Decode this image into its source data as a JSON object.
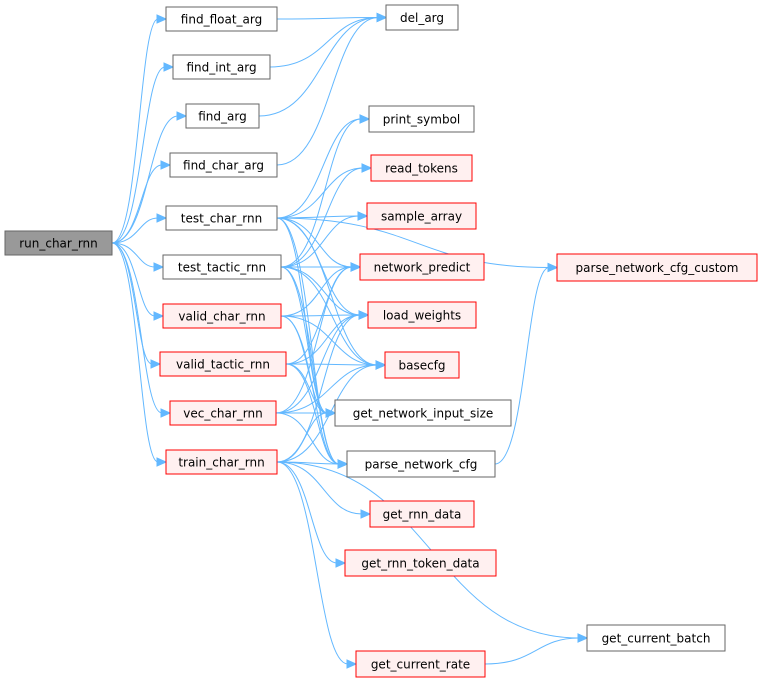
{
  "nodes": [
    {
      "id": "run_char_rnn",
      "label": "run_char_rnn",
      "style": "root"
    },
    {
      "id": "find_float_arg",
      "label": "find_float_arg",
      "style": "plain"
    },
    {
      "id": "find_int_arg",
      "label": "find_int_arg",
      "style": "plain"
    },
    {
      "id": "find_arg",
      "label": "find_arg",
      "style": "plain"
    },
    {
      "id": "find_char_arg",
      "label": "find_char_arg",
      "style": "plain"
    },
    {
      "id": "test_char_rnn",
      "label": "test_char_rnn",
      "style": "plain"
    },
    {
      "id": "test_tactic_rnn",
      "label": "test_tactic_rnn",
      "style": "plain"
    },
    {
      "id": "valid_char_rnn",
      "label": "valid_char_rnn",
      "style": "red"
    },
    {
      "id": "valid_tactic_rnn",
      "label": "valid_tactic_rnn",
      "style": "red"
    },
    {
      "id": "vec_char_rnn",
      "label": "vec_char_rnn",
      "style": "red"
    },
    {
      "id": "train_char_rnn",
      "label": "train_char_rnn",
      "style": "red"
    },
    {
      "id": "del_arg",
      "label": "del_arg",
      "style": "plain"
    },
    {
      "id": "print_symbol",
      "label": "print_symbol",
      "style": "plain"
    },
    {
      "id": "read_tokens",
      "label": "read_tokens",
      "style": "red"
    },
    {
      "id": "sample_array",
      "label": "sample_array",
      "style": "red"
    },
    {
      "id": "network_predict",
      "label": "network_predict",
      "style": "red"
    },
    {
      "id": "load_weights",
      "label": "load_weights",
      "style": "red"
    },
    {
      "id": "basecfg",
      "label": "basecfg",
      "style": "red"
    },
    {
      "id": "get_network_input_size",
      "label": "get_network_input_size",
      "style": "plain"
    },
    {
      "id": "parse_network_cfg",
      "label": "parse_network_cfg",
      "style": "plain"
    },
    {
      "id": "get_rnn_data",
      "label": "get_rnn_data",
      "style": "red"
    },
    {
      "id": "get_rnn_token_data",
      "label": "get_rnn_token_data",
      "style": "red"
    },
    {
      "id": "get_current_rate",
      "label": "get_current_rate",
      "style": "red"
    },
    {
      "id": "get_current_batch",
      "label": "get_current_batch",
      "style": "plain"
    },
    {
      "id": "parse_network_cfg_custom",
      "label": "parse_network_cfg_custom",
      "style": "red"
    }
  ],
  "edges": [
    [
      "run_char_rnn",
      "find_float_arg"
    ],
    [
      "run_char_rnn",
      "find_int_arg"
    ],
    [
      "run_char_rnn",
      "find_arg"
    ],
    [
      "run_char_rnn",
      "find_char_arg"
    ],
    [
      "run_char_rnn",
      "test_char_rnn"
    ],
    [
      "run_char_rnn",
      "test_tactic_rnn"
    ],
    [
      "run_char_rnn",
      "valid_char_rnn"
    ],
    [
      "run_char_rnn",
      "valid_tactic_rnn"
    ],
    [
      "run_char_rnn",
      "vec_char_rnn"
    ],
    [
      "run_char_rnn",
      "train_char_rnn"
    ],
    [
      "find_float_arg",
      "del_arg"
    ],
    [
      "find_int_arg",
      "del_arg"
    ],
    [
      "find_arg",
      "del_arg"
    ],
    [
      "find_char_arg",
      "del_arg"
    ],
    [
      "test_char_rnn",
      "print_symbol"
    ],
    [
      "test_char_rnn",
      "read_tokens"
    ],
    [
      "test_char_rnn",
      "sample_array"
    ],
    [
      "test_char_rnn",
      "network_predict"
    ],
    [
      "test_char_rnn",
      "load_weights"
    ],
    [
      "test_char_rnn",
      "basecfg"
    ],
    [
      "test_char_rnn",
      "get_network_input_size"
    ],
    [
      "test_char_rnn",
      "parse_network_cfg"
    ],
    [
      "test_tactic_rnn",
      "print_symbol"
    ],
    [
      "test_tactic_rnn",
      "read_tokens"
    ],
    [
      "test_tactic_rnn",
      "sample_array"
    ],
    [
      "test_tactic_rnn",
      "network_predict"
    ],
    [
      "test_tactic_rnn",
      "load_weights"
    ],
    [
      "test_tactic_rnn",
      "basecfg"
    ],
    [
      "test_tactic_rnn",
      "get_network_input_size"
    ],
    [
      "test_tactic_rnn",
      "parse_network_cfg"
    ],
    [
      "valid_char_rnn",
      "network_predict"
    ],
    [
      "valid_char_rnn",
      "load_weights"
    ],
    [
      "valid_char_rnn",
      "basecfg"
    ],
    [
      "valid_char_rnn",
      "get_network_input_size"
    ],
    [
      "valid_char_rnn",
      "parse_network_cfg"
    ],
    [
      "valid_tactic_rnn",
      "network_predict"
    ],
    [
      "valid_tactic_rnn",
      "load_weights"
    ],
    [
      "valid_tactic_rnn",
      "basecfg"
    ],
    [
      "valid_tactic_rnn",
      "get_network_input_size"
    ],
    [
      "valid_tactic_rnn",
      "parse_network_cfg"
    ],
    [
      "vec_char_rnn",
      "network_predict"
    ],
    [
      "vec_char_rnn",
      "load_weights"
    ],
    [
      "vec_char_rnn",
      "basecfg"
    ],
    [
      "vec_char_rnn",
      "get_network_input_size"
    ],
    [
      "vec_char_rnn",
      "parse_network_cfg"
    ],
    [
      "train_char_rnn",
      "load_weights"
    ],
    [
      "train_char_rnn",
      "basecfg"
    ],
    [
      "train_char_rnn",
      "get_network_input_size"
    ],
    [
      "train_char_rnn",
      "parse_network_cfg"
    ],
    [
      "train_char_rnn",
      "get_rnn_data"
    ],
    [
      "train_char_rnn",
      "get_rnn_token_data"
    ],
    [
      "train_char_rnn",
      "get_current_rate"
    ],
    [
      "train_char_rnn",
      "get_current_batch"
    ],
    [
      "get_current_rate",
      "get_current_batch"
    ],
    [
      "parse_network_cfg",
      "parse_network_cfg_custom"
    ],
    [
      "test_char_rnn",
      "parse_network_cfg_custom"
    ]
  ],
  "colors": {
    "edge": "#63b8ff",
    "root_fill": "#999999",
    "plain_border": "#666666",
    "red_fill": "#fff0f0",
    "red_border": "#ff0000"
  }
}
